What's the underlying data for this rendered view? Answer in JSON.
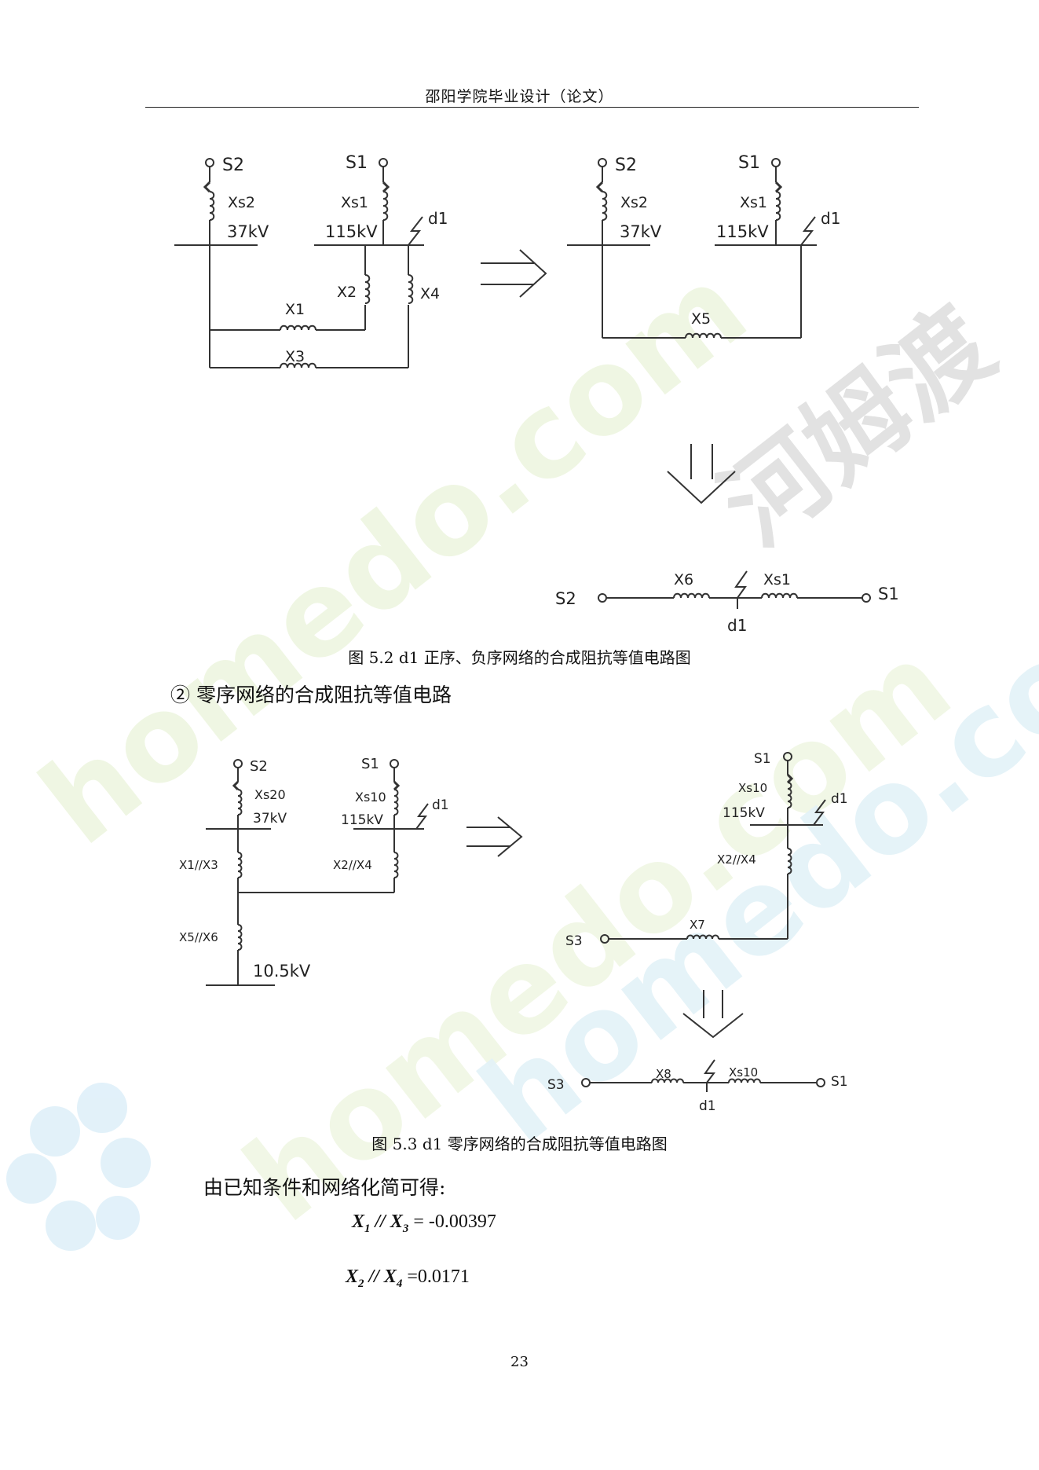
{
  "header": {
    "title": "邵阳学院毕业设计（论文）"
  },
  "watermark": {
    "text_en": "homedo.com",
    "text_cn": "河姆渡",
    "colors": [
      "#e8f3d4",
      "#d6eef7",
      "#cfcfcf"
    ]
  },
  "figure_5_2": {
    "caption": "图 5.2 d1 正序、负序网络的合成阻抗等值电路图",
    "left": {
      "s2": "S2",
      "s1": "S1",
      "xs2": "Xs2",
      "xs1": "Xs1",
      "v37": "37kV",
      "v115": "115kV",
      "d1": "d1",
      "x1": "X1",
      "x2": "X2",
      "x3": "X3",
      "x4": "X4"
    },
    "right": {
      "s2": "S2",
      "s1": "S1",
      "xs2": "Xs2",
      "xs1": "Xs1",
      "v37": "37kV",
      "v115": "115kV",
      "d1": "d1",
      "x5": "X5"
    },
    "bottom": {
      "s2": "S2",
      "s1": "S1",
      "x6": "X6",
      "xs1": "Xs1",
      "d1": "d1"
    }
  },
  "section_heading": "② 零序网络的合成阻抗等值电路",
  "figure_5_3": {
    "caption": "图 5.3 d1 零序网络的合成阻抗等值电路图",
    "left": {
      "s2": "S2",
      "s1": "S1",
      "xs20": "Xs20",
      "xs10": "Xs10",
      "v37": "37kV",
      "v115": "115kV",
      "d1": "d1",
      "x13": "X1//X3",
      "x24": "X2//X4",
      "x56": "X5//X6",
      "v105": "10.5kV"
    },
    "right": {
      "s1": "S1",
      "xs10": "Xs10",
      "v115": "115kV",
      "d1": "d1",
      "x24": "X2//X4",
      "s3": "S3",
      "x7": "X7"
    },
    "bottom": {
      "s3": "S3",
      "s1": "S1",
      "x8": "X8",
      "xs10": "Xs10",
      "d1": "d1"
    }
  },
  "body": {
    "intro": "由已知条件和网络化简可得:"
  },
  "formulas": [
    {
      "lhs_a": "X",
      "sub_a": "1",
      "op": "//",
      "lhs_b": "X",
      "sub_b": "3",
      "rhs": "= -0.00397"
    },
    {
      "lhs_a": "X",
      "sub_a": "2",
      "op": "//",
      "lhs_b": "X",
      "sub_b": "4",
      "rhs": "=0.0171"
    }
  ],
  "footer": {
    "page_number": "23"
  }
}
